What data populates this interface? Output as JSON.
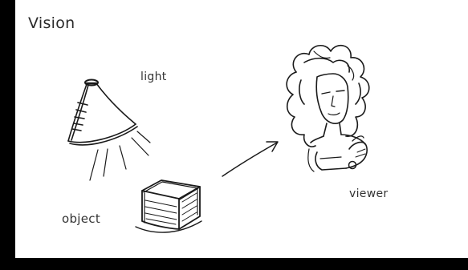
{
  "title": "Vision",
  "labels": {
    "light": "light",
    "object": "object",
    "viewer": "viewer"
  },
  "colors": {
    "background": "#ffffff",
    "border": "#000000",
    "ink": "#1a1a1a"
  },
  "icons": [
    "lamp-icon",
    "box-icon",
    "person-icon",
    "arrow-icon"
  ]
}
